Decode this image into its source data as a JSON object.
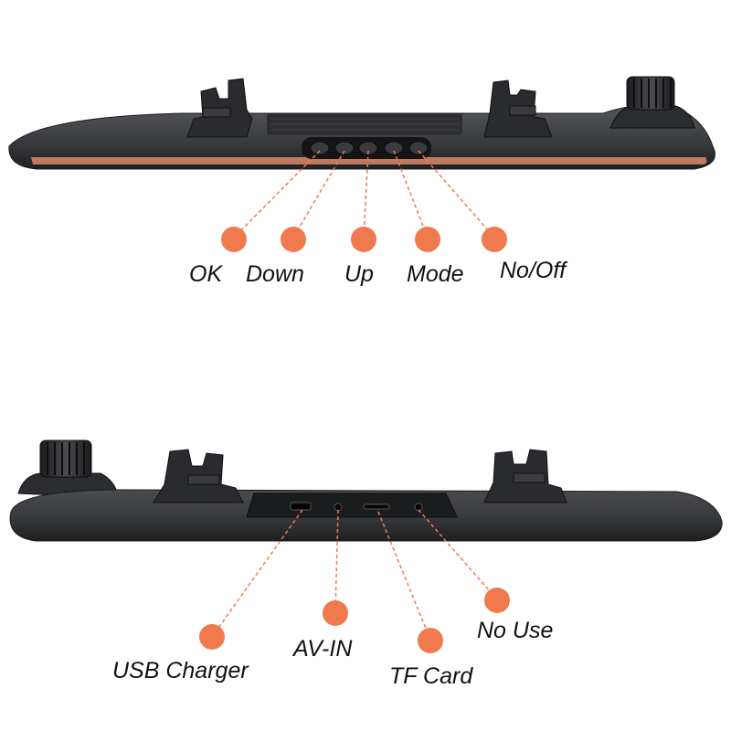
{
  "top_view": {
    "labels": [
      "OK",
      "Down",
      "Up",
      "Mode",
      "No/Off"
    ]
  },
  "bottom_view": {
    "labels": [
      "USB Charger",
      "AV-IN",
      "TF Card",
      "No Use"
    ]
  },
  "colors": {
    "callout": "#f07a4e",
    "body": "#3a3b3d",
    "body_dark": "#222325",
    "accent_strip": "#d98a6a"
  }
}
